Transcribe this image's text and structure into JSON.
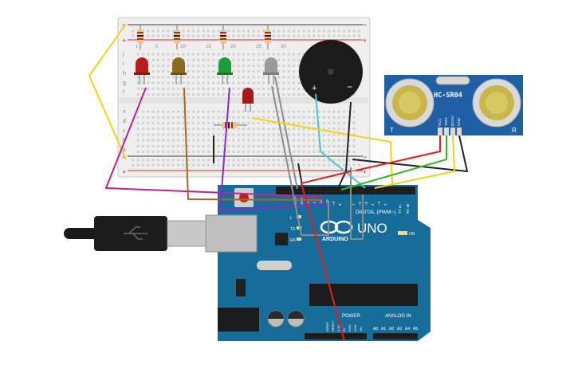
{
  "circuit": {
    "sensor": {
      "model_label": "HC-SR04",
      "left_mark": "T",
      "right_mark": "R",
      "pins": [
        "VCC",
        "TRIG",
        "ECHO",
        "GND"
      ]
    },
    "buzzer": {
      "plus": "+",
      "minus": "−"
    },
    "arduino": {
      "logo_text": "ARDUINO",
      "model_text": "UNO",
      "digital_label": "DIGITAL (PWM~)",
      "on_label": "ON",
      "power_label": "POWER",
      "analog_label": "ANALOG IN",
      "tx_label": "TX ▸1",
      "rx_label": "RX ◂0",
      "l_label": "L",
      "tx_led_label": "TX",
      "rx_led_label": "RX",
      "digital_pins": [
        "AREF",
        "GND",
        "13",
        "12",
        "~11",
        "~10",
        "~9",
        "8",
        "7",
        "~6",
        "~5",
        "4",
        "~3",
        "2"
      ],
      "power_pins": [
        "IOREF",
        "RESET",
        "3.3V",
        "5V",
        "GND",
        "GND",
        "Vin"
      ],
      "analog_pins": [
        "A0",
        "A1",
        "A2",
        "A3",
        "A4",
        "A5"
      ]
    },
    "breadboard": {
      "plus": "+",
      "minus": "−",
      "row_letters_top": [
        "j",
        "i",
        "h",
        "g",
        "f"
      ],
      "row_letters_bottom": [
        "e",
        "d",
        "c",
        "b",
        "a"
      ],
      "column_numbers": [
        "1",
        "5",
        "10",
        "15",
        "20",
        "25",
        "30"
      ]
    },
    "leds": [
      {
        "color_name": "red",
        "color": "#b81d1d"
      },
      {
        "color_name": "yellow",
        "color": "#8a6d1a"
      },
      {
        "color_name": "green",
        "color": "#1f9c3a"
      },
      {
        "color_name": "white",
        "color": "#9a9a9a"
      }
    ],
    "extra_led": {
      "color_name": "red",
      "color": "#a51a1a"
    },
    "wire_colors": {
      "yellow": "#f2d319",
      "magenta": "#c0218f",
      "brown": "#a8662a",
      "purple": "#8a2bc2",
      "grey": "#8c8c8c",
      "cyan": "#4fc2cf",
      "black": "#222222",
      "red": "#e0201e",
      "green": "#3ab52a"
    }
  }
}
